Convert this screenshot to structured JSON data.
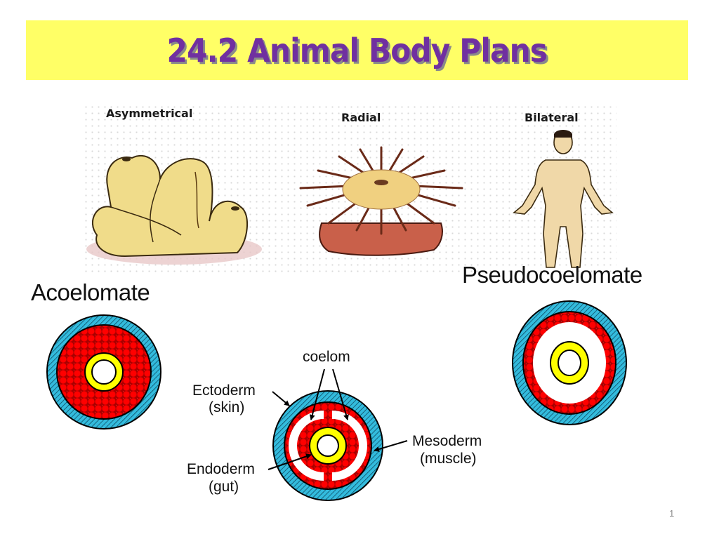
{
  "slide": {
    "title": "24.2 Animal Body Plans",
    "page_number": "1",
    "colors": {
      "title_background": "#ffff66",
      "title_text": "#7030a0",
      "ectoderm": "#33bbdd",
      "mesoderm": "#ff0000",
      "endoderm": "#ffff00"
    }
  },
  "symmetry": {
    "items": [
      {
        "label": "Asymmetrical",
        "image": "sponge"
      },
      {
        "label": "Radial",
        "image": "sea-anemone"
      },
      {
        "label": "Bilateral",
        "image": "human-figure"
      }
    ]
  },
  "body_cavity": {
    "acoelomate": {
      "label": "Acoelomate"
    },
    "pseudocoelomate": {
      "label": "Pseudocoelomate"
    },
    "coelomate": {
      "labels": {
        "coelom": "coelom",
        "ectoderm": "Ectoderm",
        "ectoderm_sub": "(skin)",
        "mesoderm": "Mesoderm",
        "mesoderm_sub": "(muscle)",
        "endoderm": "Endoderm",
        "endoderm_sub": "(gut)"
      }
    }
  }
}
